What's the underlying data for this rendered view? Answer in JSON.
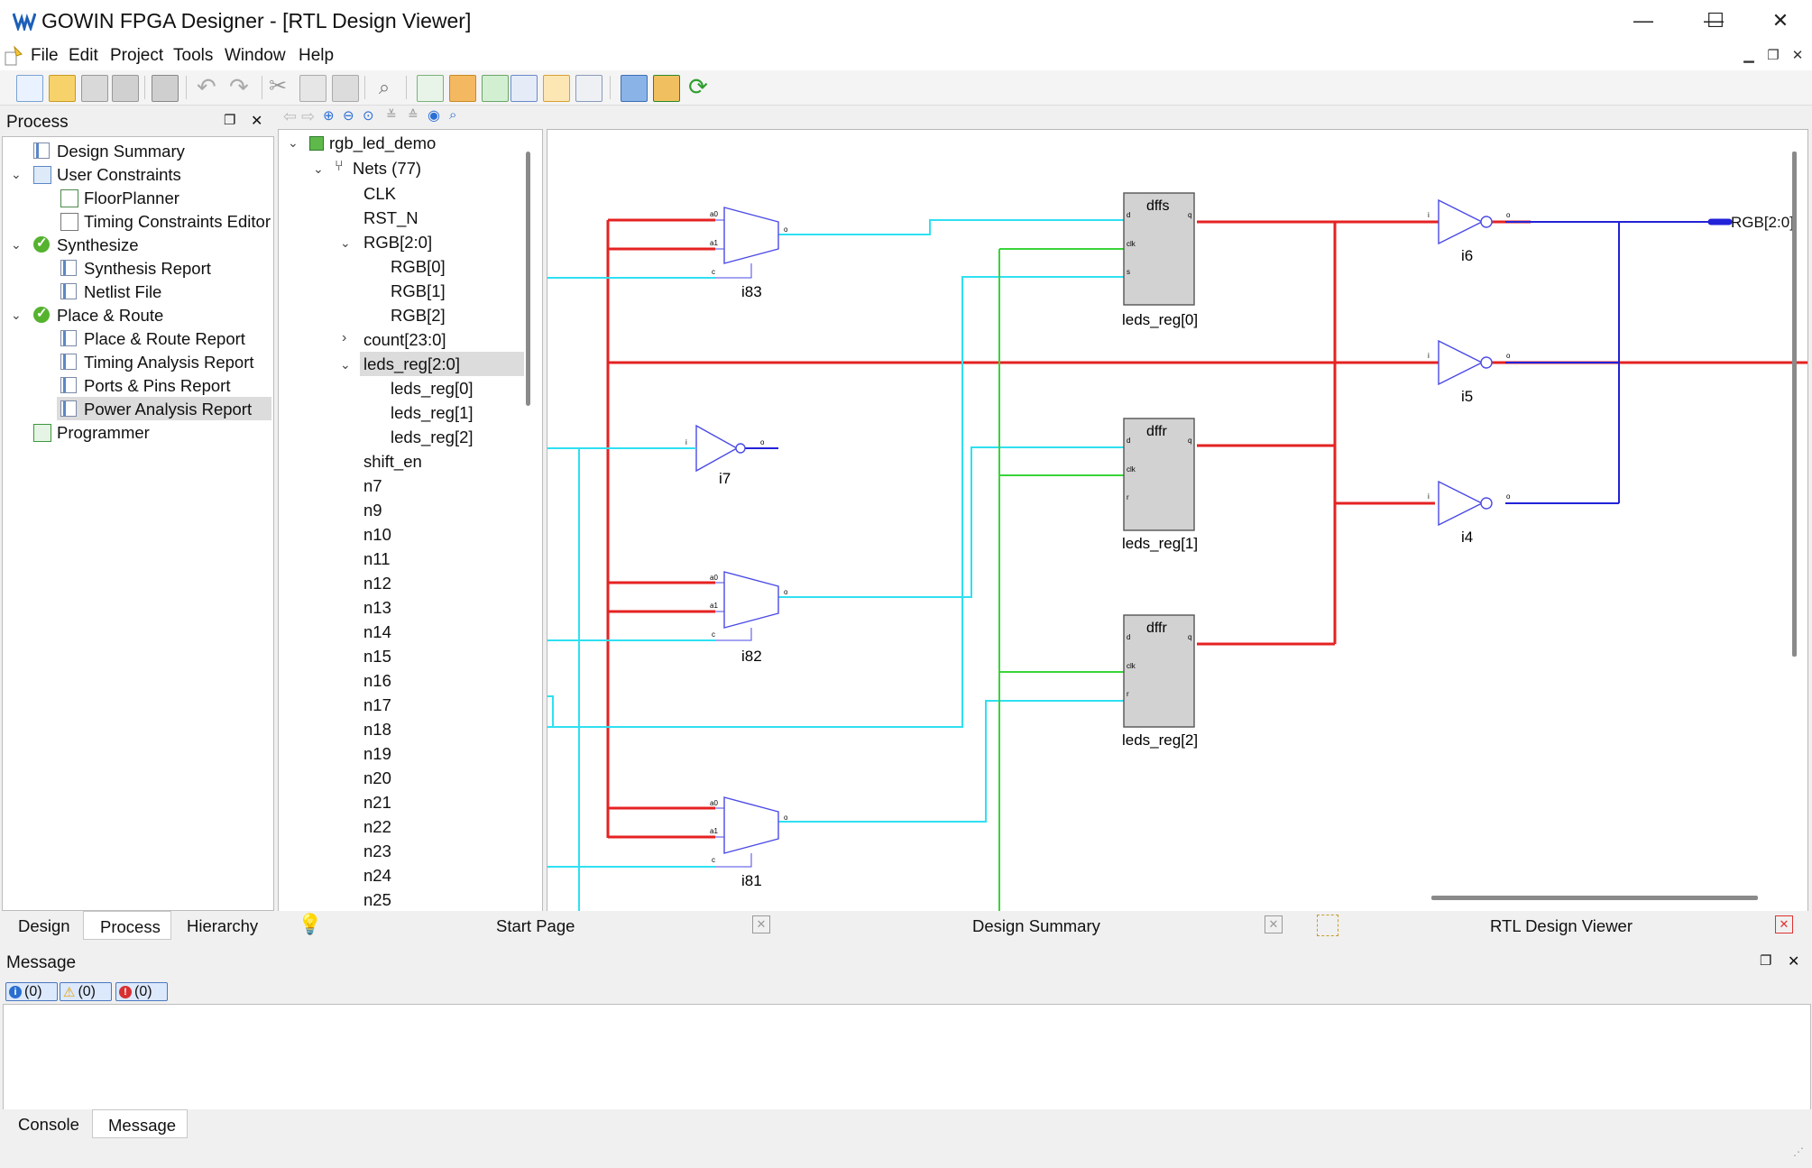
{
  "window": {
    "title": "GOWIN FPGA Designer - [RTL Design Viewer]",
    "controls": {
      "minimize": "—",
      "maximize": "☐",
      "close": "✕"
    }
  },
  "menubar": {
    "items": [
      "File",
      "Edit",
      "Project",
      "Tools",
      "Window",
      "Help"
    ]
  },
  "process_panel": {
    "title": "Process",
    "items": {
      "design_summary": "Design Summary",
      "user_constraints": "User Constraints",
      "floorplanner": "FloorPlanner",
      "timing_constraints_editor": "Timing Constraints Editor",
      "synthesize": "Synthesize",
      "synthesis_report": "Synthesis Report",
      "netlist_file": "Netlist File",
      "place_route": "Place & Route",
      "place_route_report": "Place & Route Report",
      "timing_analysis_report": "Timing Analysis Report",
      "ports_pins_report": "Ports & Pins Report",
      "power_analysis_report": "Power Analysis Report",
      "programmer": "Programmer"
    },
    "tabs": {
      "design": "Design",
      "process": "Process",
      "hierarchy": "Hierarchy"
    }
  },
  "netlist_tree": {
    "root": "rgb_led_demo",
    "nets_label": "Nets (77)",
    "clk": "CLK",
    "rst": "RST_N",
    "rgb": "RGB[2:0]",
    "rgb0": "RGB[0]",
    "rgb1": "RGB[1]",
    "rgb2": "RGB[2]",
    "count": "count[23:0]",
    "leds_reg": "leds_reg[2:0]",
    "leds_reg0": "leds_reg[0]",
    "leds_reg1": "leds_reg[1]",
    "leds_reg2": "leds_reg[2]",
    "shift_en": "shift_en",
    "n_nets": [
      "n7",
      "n9",
      "n10",
      "n11",
      "n12",
      "n13",
      "n14",
      "n15",
      "n16",
      "n17",
      "n18",
      "n19",
      "n20",
      "n21",
      "n22",
      "n23",
      "n24",
      "n25"
    ]
  },
  "doc_tabs": {
    "start_page": "Start Page",
    "design_summary": "Design Summary",
    "rtl_viewer": "RTL Design Viewer"
  },
  "schematic": {
    "ff_types": {
      "ff0": "dffs",
      "ff1": "dffr",
      "ff2": "dffr"
    },
    "ff_names": {
      "ff0": "leds_reg[0]",
      "ff1": "leds_reg[1]",
      "ff2": "leds_reg[2]"
    },
    "mux_names": {
      "i83": "i83",
      "i82": "i82",
      "i81": "i81"
    },
    "inv_names": {
      "i7": "i7",
      "i6": "i6",
      "i5": "i5",
      "i4": "i4"
    },
    "port_label": "RGB[2:0]",
    "pins": {
      "a0": "a0",
      "a1": "a1",
      "c": "c",
      "o": "o",
      "d": "d",
      "clk": "clk",
      "s": "s",
      "r": "r",
      "q": "q",
      "i": "i"
    },
    "colors": {
      "red": "#e52222",
      "cyan": "#2fe0f2",
      "green": "#3ad43a",
      "blue": "#2222d8",
      "gate": "#4a4ae6"
    }
  },
  "message_panel": {
    "title": "Message",
    "info_count": "(0)",
    "warn_count": "(0)",
    "error_count": "(0)",
    "tabs": {
      "console": "Console",
      "message": "Message"
    }
  }
}
